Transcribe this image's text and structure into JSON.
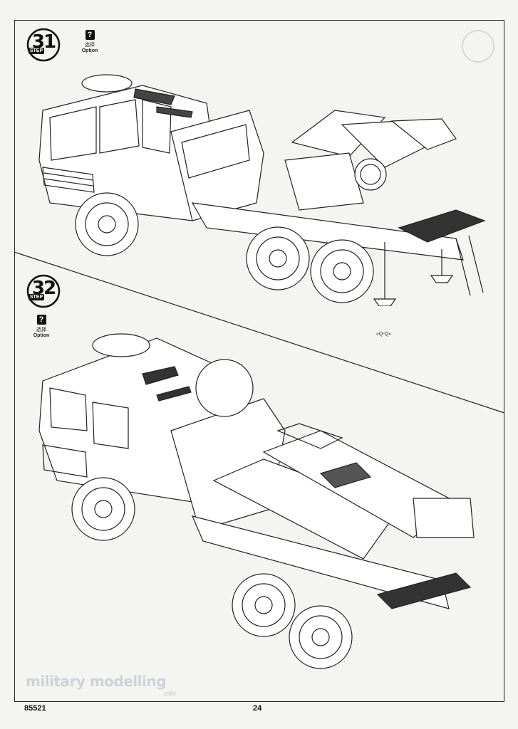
{
  "steps": [
    {
      "number": "31",
      "label": "STEP",
      "option_icon": "?",
      "option_cn": "选择",
      "option_en": "Option"
    },
    {
      "number": "32",
      "label": "STEP",
      "option_icon": "?",
      "option_cn": "选择",
      "option_en": "Option"
    }
  ],
  "callout": "Q-Q",
  "footer": {
    "kit_number": "85521",
    "page_number": "24"
  },
  "watermark": {
    "text": "military modelling",
    "suffix": ".info"
  },
  "illustrations": [
    {
      "name": "step31-truck-rocket-launcher",
      "icon": "truck-line-drawing"
    },
    {
      "name": "step32-truck-rocket-launcher",
      "icon": "truck-line-drawing"
    }
  ]
}
